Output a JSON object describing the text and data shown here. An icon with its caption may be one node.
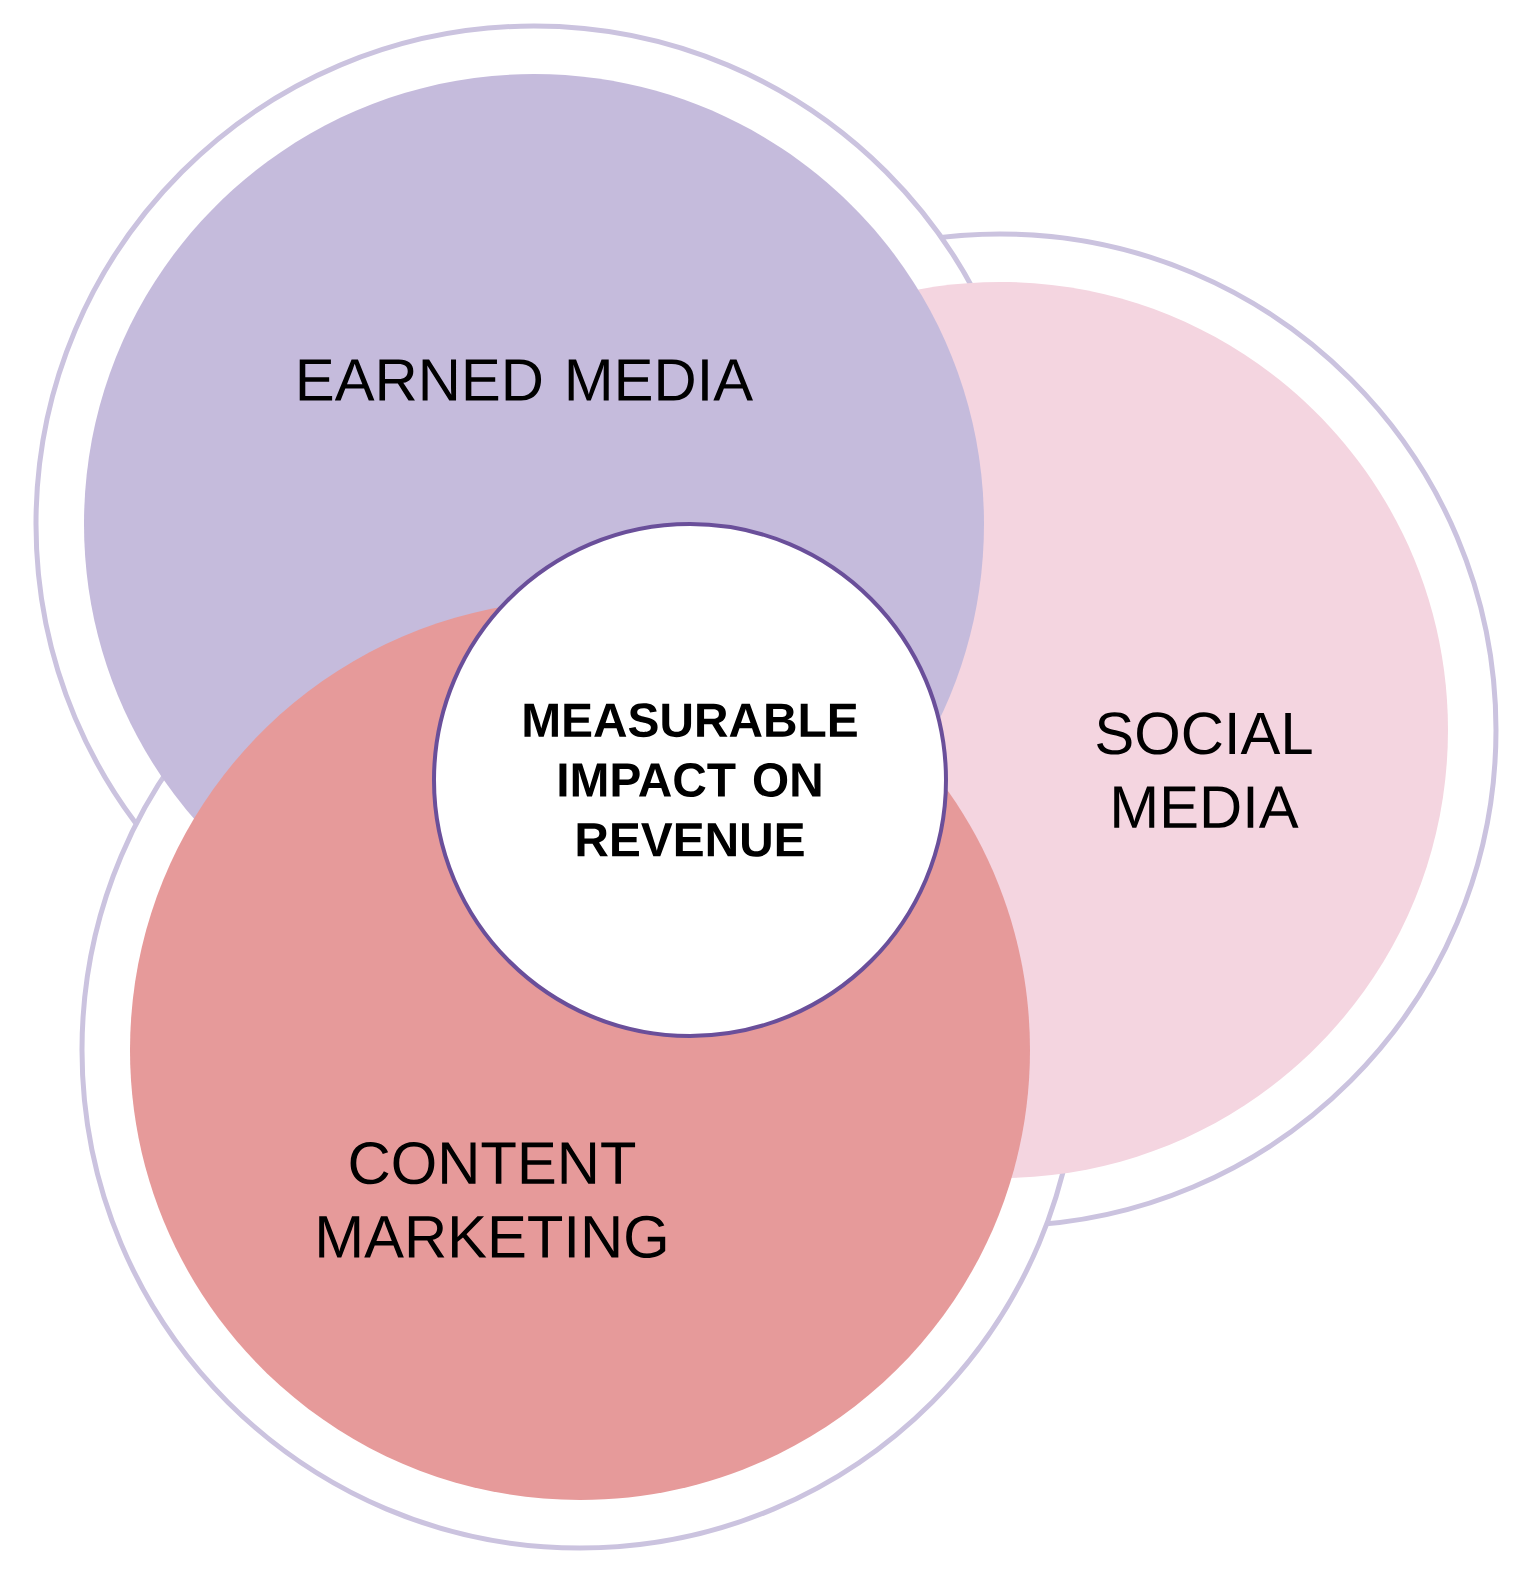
{
  "diagram": {
    "nodes": [
      {
        "text": [
          "EARNED MEDIA"
        ]
      },
      {
        "text": [
          "SOCIAL MEDIA"
        ]
      },
      {
        "text": [
          "CONTENT MARKETING"
        ]
      },
      {
        "text": [
          "MEASURABLE IMPACT ON REVENUE"
        ]
      }
    ]
  }
}
